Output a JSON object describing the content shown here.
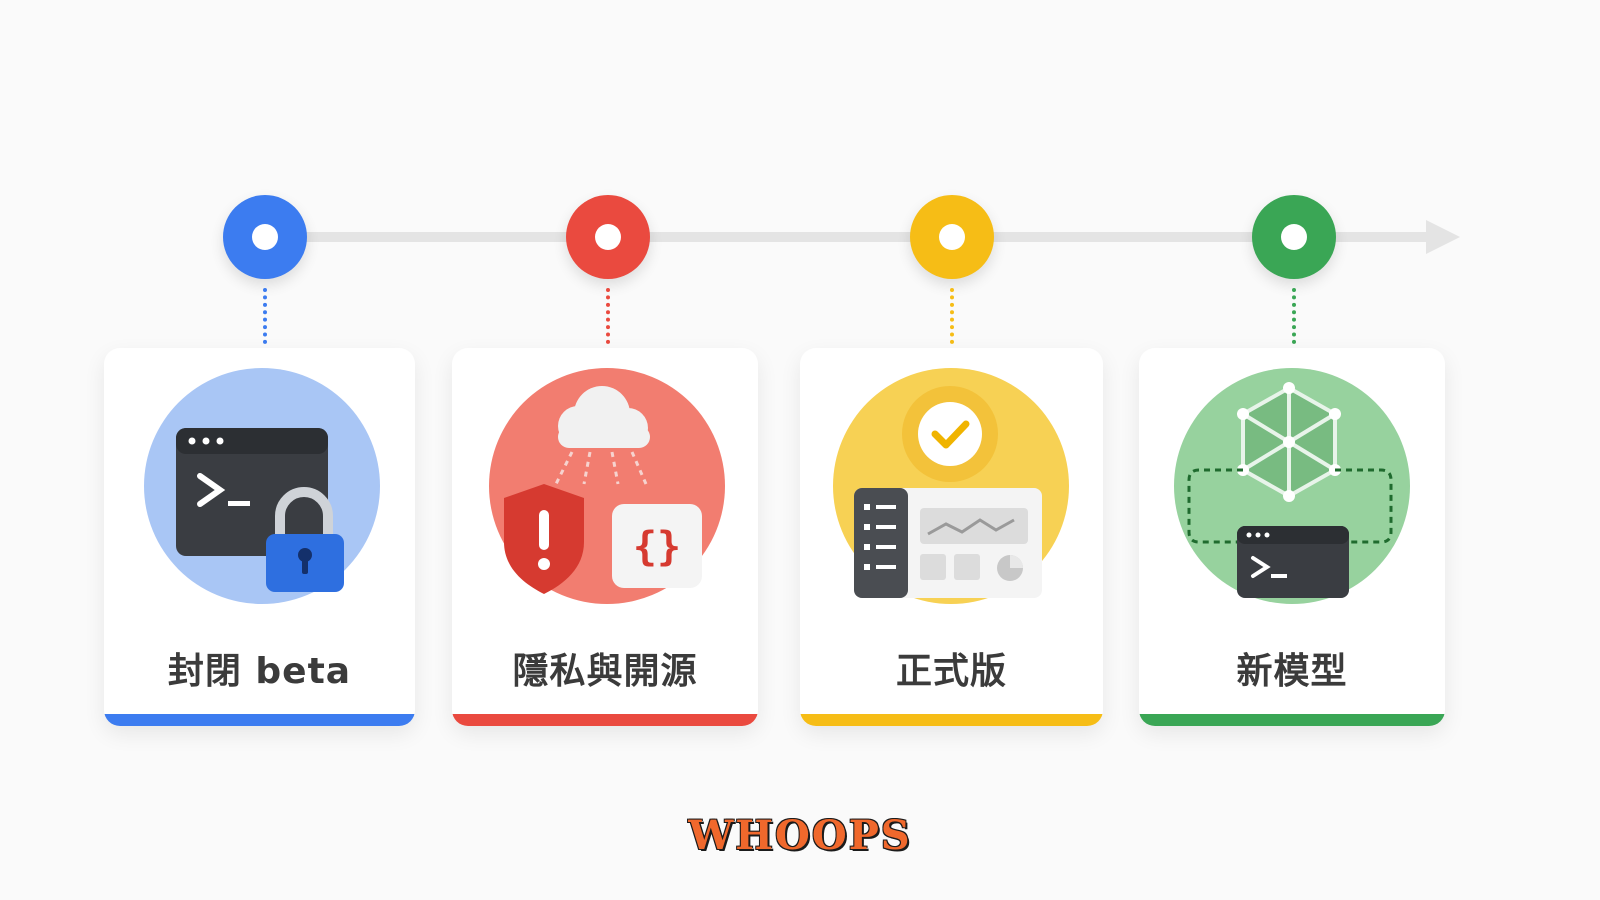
{
  "timeline": {
    "milestones": [
      {
        "label": "封閉 beta",
        "color": "#3c7cf0",
        "illustration": "terminal-lock-icon"
      },
      {
        "label": "隱私與開源",
        "color": "#ea4a3f",
        "illustration": "cloud-shield-code-icon"
      },
      {
        "label": "正式版",
        "color": "#f6bd16",
        "illustration": "verified-dashboard-icon"
      },
      {
        "label": "新模型",
        "color": "#3aa655",
        "illustration": "model-cube-terminal-icon"
      }
    ]
  },
  "footer": {
    "watermark": "WHOOPS"
  }
}
